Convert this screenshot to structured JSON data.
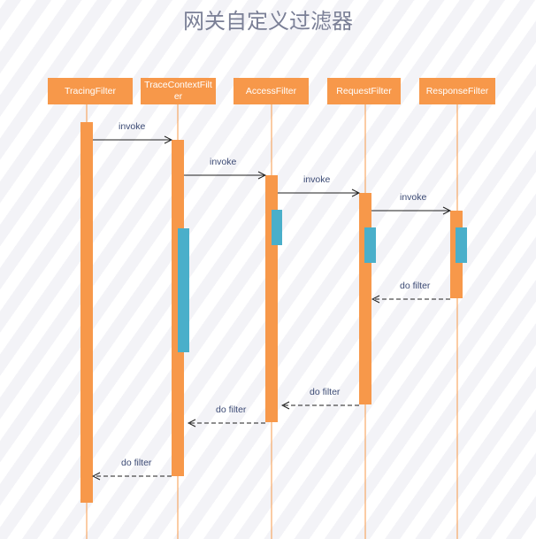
{
  "title": "网关自定义过滤器",
  "actors": [
    "TracingFilter",
    "TraceContextFilter",
    "AccessFilter",
    "RequestFilter",
    "ResponseFilter"
  ],
  "messages": {
    "invoke_1": "invoke",
    "invoke_2": "invoke",
    "invoke_3": "invoke",
    "invoke_4": "invoke",
    "return_1": "do filter",
    "return_2": "do filter",
    "return_3": "do filter",
    "return_4": "do filter"
  },
  "colors": {
    "activation": "#f7984a",
    "nested_activation": "#4aafca",
    "lifeline": "#f7984a",
    "arrow": "#1f1f1f"
  }
}
